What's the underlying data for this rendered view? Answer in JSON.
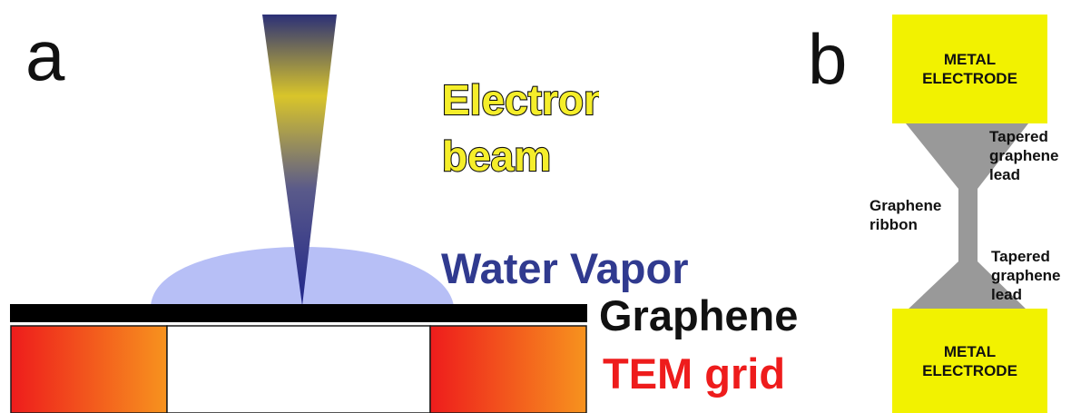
{
  "panel_a": {
    "letter": "a",
    "beam_label_line1": "Electron",
    "beam_label_line2": "beam",
    "vapor_label": "Water Vapor",
    "graphene_label": "Graphene",
    "grid_label": "TEM grid"
  },
  "panel_b": {
    "letter": "b",
    "top_electrode": "METAL\nELECTRODE",
    "bottom_electrode": "METAL\nELECTRODE",
    "top_lead_label": "Tapered\ngraphene\nlead",
    "bottom_lead_label": "Tapered\ngraphene\nlead",
    "ribbon_label": "Graphene\nribbon"
  },
  "colors": {
    "beam_label_fill": "#f5ee2a",
    "vapor_label": "#303a8f",
    "grid_label": "#ee1c1c",
    "graphene_sheet": "#000000",
    "vapor_cloud": "#aab4f4",
    "electrode": "#f2f200",
    "graphene_lead": "#999999"
  }
}
